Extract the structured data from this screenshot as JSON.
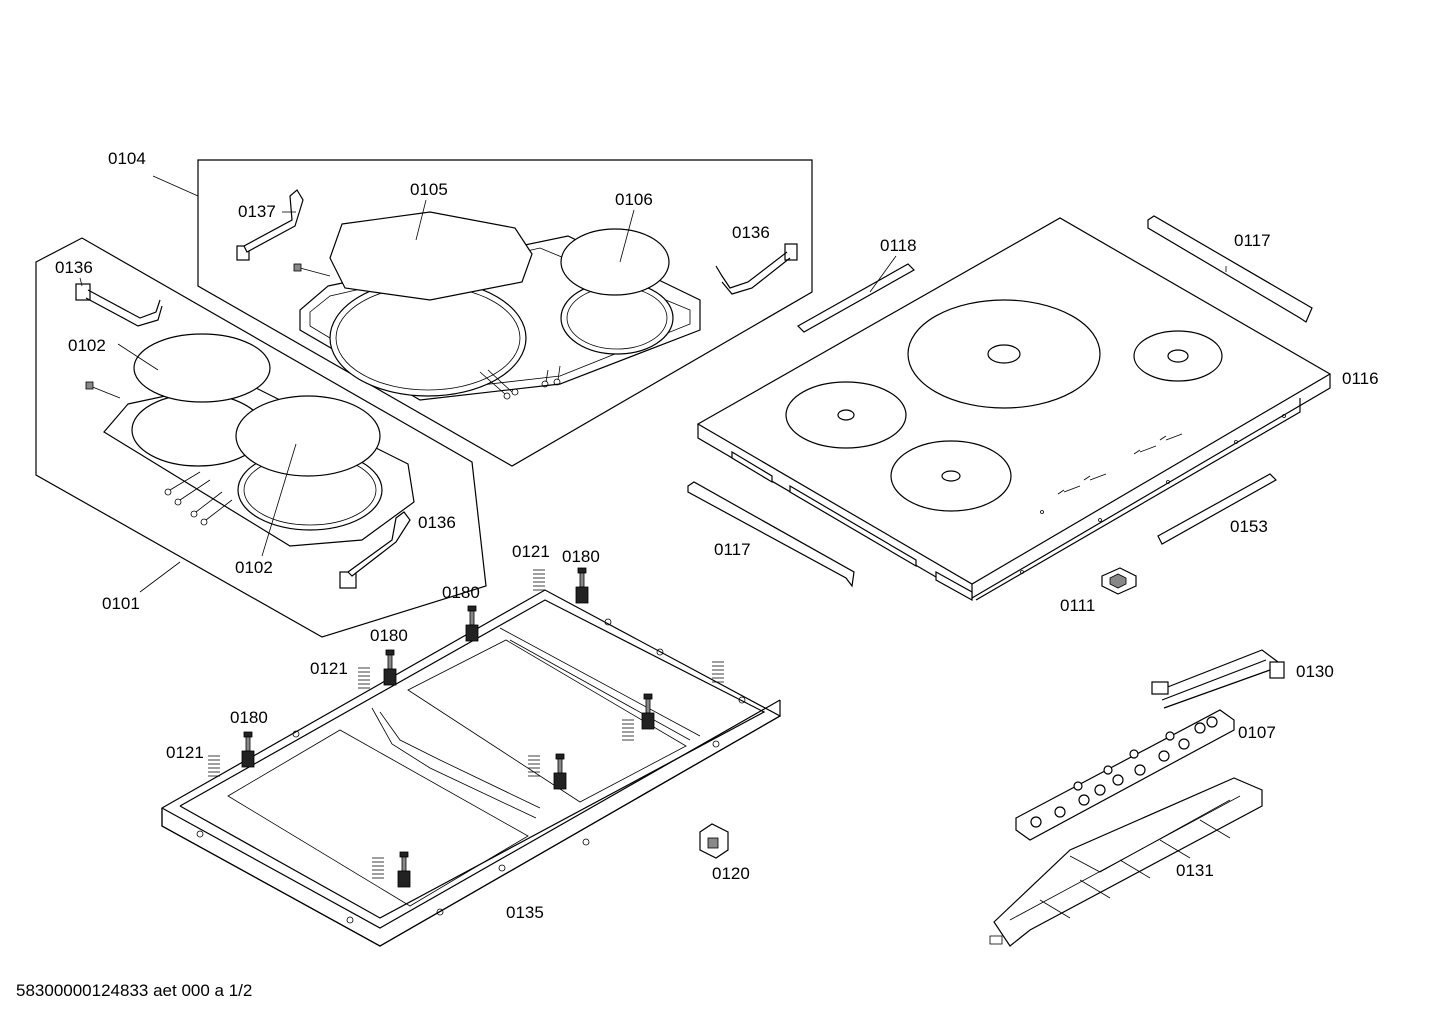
{
  "labels": {
    "p0104": "0104",
    "p0105": "0105",
    "p0106": "0106",
    "p0137": "0137",
    "p0136_top": "0136",
    "p0136_left": "0136",
    "p0136_lower": "0136",
    "p0102_a": "0102",
    "p0102_b": "0102",
    "p0101": "0101",
    "p0118": "0118",
    "p0117_top": "0117",
    "p0117_bottom": "0117",
    "p0116": "0116",
    "p0153": "0153",
    "p0111": "0111",
    "p0121_a": "0121",
    "p0121_b": "0121",
    "p0121_c": "0121",
    "p0180_a": "0180",
    "p0180_b": "0180",
    "p0180_c": "0180",
    "p0180_d": "0180",
    "p0130": "0130",
    "p0107": "0107",
    "p0131": "0131",
    "p0120": "0120",
    "p0135": "0135"
  },
  "footer": "58300000124833 aet 000 a 1/2"
}
